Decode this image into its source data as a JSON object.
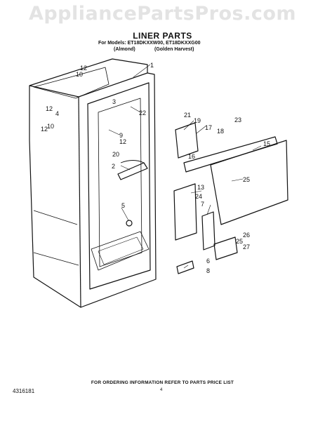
{
  "watermark": "AppliancePartsPros.com",
  "header": {
    "title": "LINER PARTS",
    "models": "For Models: ET18DKXXW00, ET18DKXXG00",
    "color_a": "(Almond)",
    "color_b": "(Golden Harvest)"
  },
  "callouts": [
    "1",
    "2",
    "3",
    "4",
    "5",
    "6",
    "7",
    "8",
    "9",
    "10",
    "10",
    "12",
    "12",
    "12",
    "12",
    "13",
    "15",
    "16",
    "17",
    "18",
    "19",
    "20",
    "21",
    "22",
    "23",
    "24",
    "25",
    "25",
    "26",
    "27"
  ],
  "footer": {
    "doc_number": "4316181",
    "ordering": "FOR ORDERING INFORMATION REFER TO PARTS PRICE LIST",
    "page": "4"
  }
}
